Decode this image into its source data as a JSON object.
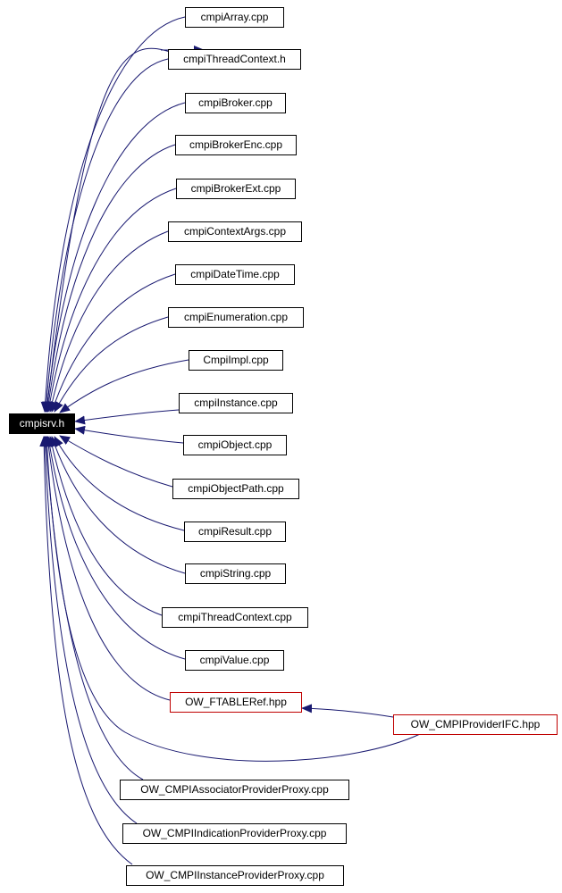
{
  "diagram": {
    "edge_color": "#191970",
    "root": {
      "label": "cmpisrv.h",
      "bg": "#000000",
      "fg": "#ffffff"
    },
    "nodes": [
      {
        "label": "cmpiArray.cpp"
      },
      {
        "label": "cmpiThreadContext.h"
      },
      {
        "label": "cmpiBroker.cpp"
      },
      {
        "label": "cmpiBrokerEnc.cpp"
      },
      {
        "label": "cmpiBrokerExt.cpp"
      },
      {
        "label": "cmpiContextArgs.cpp"
      },
      {
        "label": "cmpiDateTime.cpp"
      },
      {
        "label": "cmpiEnumeration.cpp"
      },
      {
        "label": "CmpiImpl.cpp"
      },
      {
        "label": "cmpiInstance.cpp"
      },
      {
        "label": "cmpiObject.cpp"
      },
      {
        "label": "cmpiObjectPath.cpp"
      },
      {
        "label": "cmpiResult.cpp"
      },
      {
        "label": "cmpiString.cpp"
      },
      {
        "label": "cmpiThreadContext.cpp"
      },
      {
        "label": "cmpiValue.cpp"
      },
      {
        "label": "OW_FTABLERef.hpp",
        "border": "#bf0000"
      },
      {
        "label": "OW_CMPIProviderIFC.hpp",
        "border": "#bf0000"
      },
      {
        "label": "OW_CMPIAssociatorProviderProxy.cpp"
      },
      {
        "label": "OW_CMPIIndicationProviderProxy.cpp"
      },
      {
        "label": "OW_CMPIInstanceProviderProxy.cpp"
      }
    ]
  }
}
